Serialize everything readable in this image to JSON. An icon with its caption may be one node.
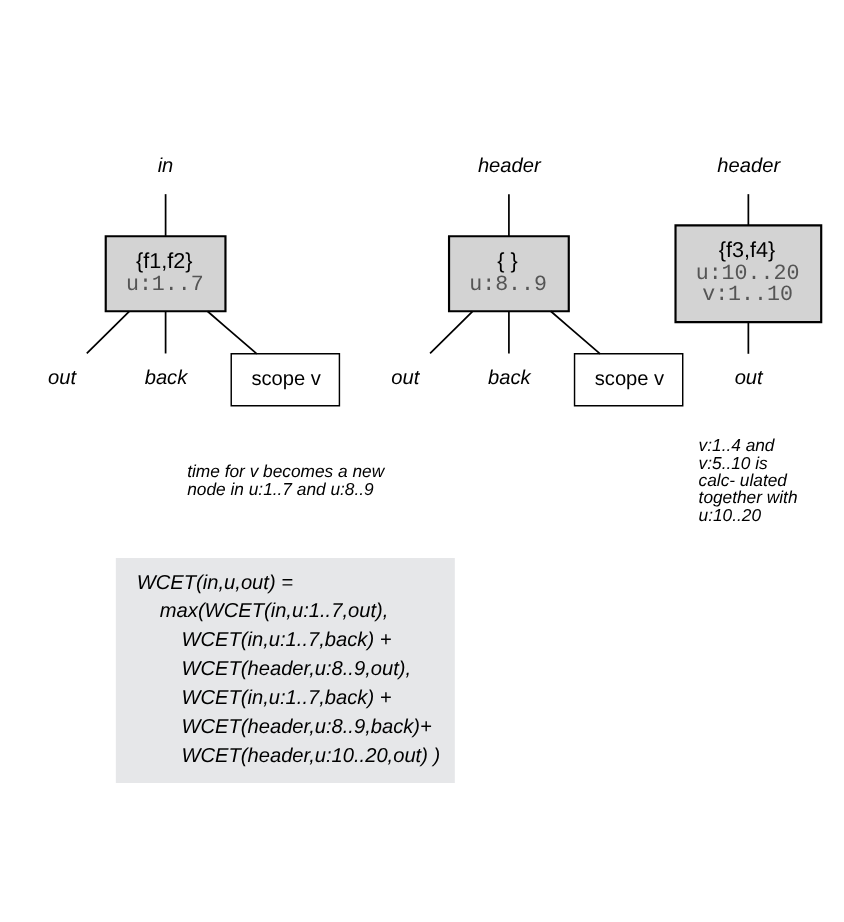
{
  "diagram": {
    "nodes": [
      {
        "text": [
          "in"
        ]
      },
      {
        "text": [
          "header"
        ]
      },
      {
        "text": [
          "header"
        ]
      },
      {
        "text": [
          "{f1,f2}",
          "u:1..7"
        ]
      },
      {
        "text": [
          "{ }",
          "u:8..9"
        ]
      },
      {
        "text": [
          "{f3,f4}",
          "u:10..20",
          "v:1..10"
        ]
      },
      {
        "text": [
          "out"
        ]
      },
      {
        "text": [
          "back"
        ]
      },
      {
        "text": [
          "out"
        ]
      },
      {
        "text": [
          "back"
        ]
      },
      {
        "text": [
          "out"
        ]
      },
      {
        "text": [
          "scope v"
        ]
      },
      {
        "text": [
          "scope v"
        ]
      },
      {
        "text": [
          "WCET(in,u,out) = max(WCET(in,u:1..7,out),",
          "WCET(in,u:1..7,back) + WCET(header,u:8..9,out),",
          "WCET(in,u:1..7,back) + WCET(header,u:8..9,back)+ WCET(header,u:10..20,out) )"
        ]
      }
    ],
    "edges": [
      {
        "from": 0,
        "to": 3,
        "arrow": "none"
      },
      {
        "from": 1,
        "to": 4,
        "arrow": "none"
      },
      {
        "from": 2,
        "to": 5,
        "arrow": "none"
      },
      {
        "from": 3,
        "to": 6,
        "arrow": "none"
      },
      {
        "from": 3,
        "to": 7,
        "arrow": "none"
      },
      {
        "from": 3,
        "to": 11,
        "arrow": "none"
      },
      {
        "from": 4,
        "to": 8,
        "arrow": "none"
      },
      {
        "from": 4,
        "to": 9,
        "arrow": "none"
      },
      {
        "from": 4,
        "to": 12,
        "arrow": "none"
      },
      {
        "from": 5,
        "to": 10,
        "arrow": "none"
      }
    ],
    "labels": [
      "time for v becomes a new node in u:1..7 and u:8..9",
      "v:1..4 and v:5..10 is calc- ulated together with u:10..20"
    ]
  }
}
